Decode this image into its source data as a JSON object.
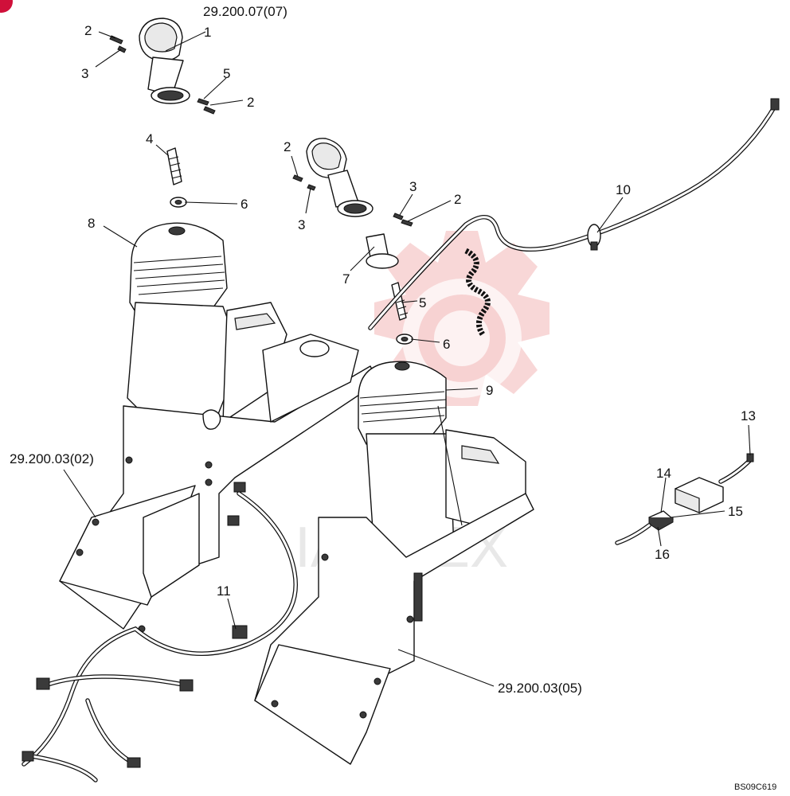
{
  "callouts": {
    "ref_top": "29.200.07(07)",
    "ref_left": "29.200.03(02)",
    "ref_bottom": "29.200.03(05)",
    "c1": "1",
    "c2a": "2",
    "c2b": "2",
    "c2c": "2",
    "c2d": "2",
    "c3a": "3",
    "c3b": "3",
    "c3c": "3",
    "c4": "4",
    "c5a": "5",
    "c5b": "5",
    "c6a": "6",
    "c6b": "6",
    "c7": "7",
    "c8": "8",
    "c9": "9",
    "c10": "10",
    "c11": "11",
    "c13": "13",
    "c14": "14",
    "c15": "15",
    "c16": "16"
  },
  "footer": {
    "figure_code": "BS09C619"
  },
  "watermark": {
    "text": "IAMTEX",
    "color": "#f2b7b7"
  }
}
